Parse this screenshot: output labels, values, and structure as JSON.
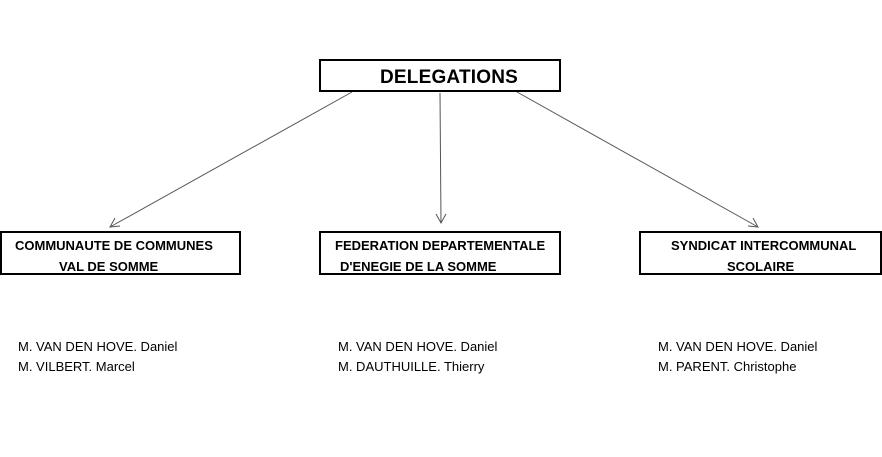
{
  "diagram": {
    "root": {
      "label": "DELEGATIONS"
    },
    "children": [
      {
        "id": "cc",
        "lines": [
          "COMMUNAUTE DE COMMUNES",
          "VAL DE SOMME"
        ],
        "members": [
          "M. VAN DEN HOVE. Daniel",
          "M. VILBERT. Marcel"
        ]
      },
      {
        "id": "fd",
        "lines": [
          "FEDERATION DEPARTEMENTALE",
          "D'ENEGIE DE LA SOMME"
        ],
        "members": [
          "M. VAN DEN HOVE. Daniel",
          "M. DAUTHUILLE. Thierry"
        ]
      },
      {
        "id": "si",
        "lines": [
          "SYNDICAT INTERCOMMUNAL",
          "SCOLAIRE"
        ],
        "members": [
          "M. VAN DEN HOVE. Daniel",
          "M. PARENT. Christophe"
        ]
      }
    ],
    "colors": {
      "line": "#555555",
      "border": "#000000",
      "text": "#000000"
    }
  }
}
